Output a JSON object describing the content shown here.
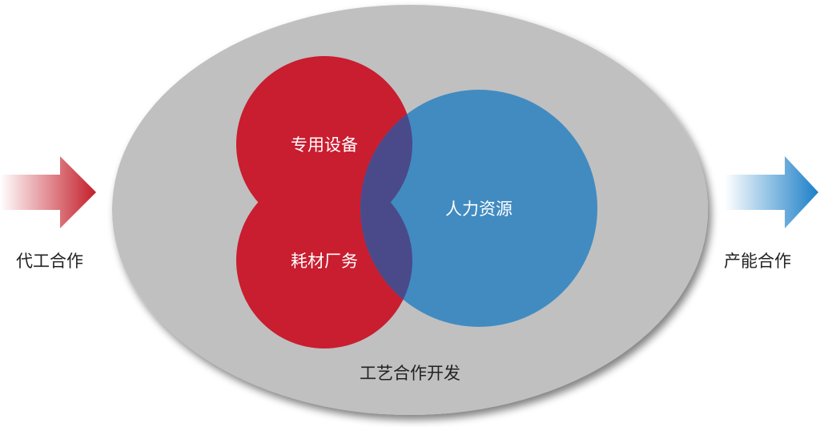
{
  "labels": {
    "left": "代工合作",
    "right": "产能合作",
    "outer": "工艺合作开发",
    "red_top": "专用设备",
    "red_bottom": "耗材厂务",
    "blue": "人力资源"
  },
  "colors": {
    "ellipse": "#c0c0c0",
    "red": "#c91d30",
    "blue": "#418bc1",
    "overlap": "#4a4a8a",
    "left_arrow": "#c41e2a",
    "right_arrow": "#1b7fc8"
  }
}
